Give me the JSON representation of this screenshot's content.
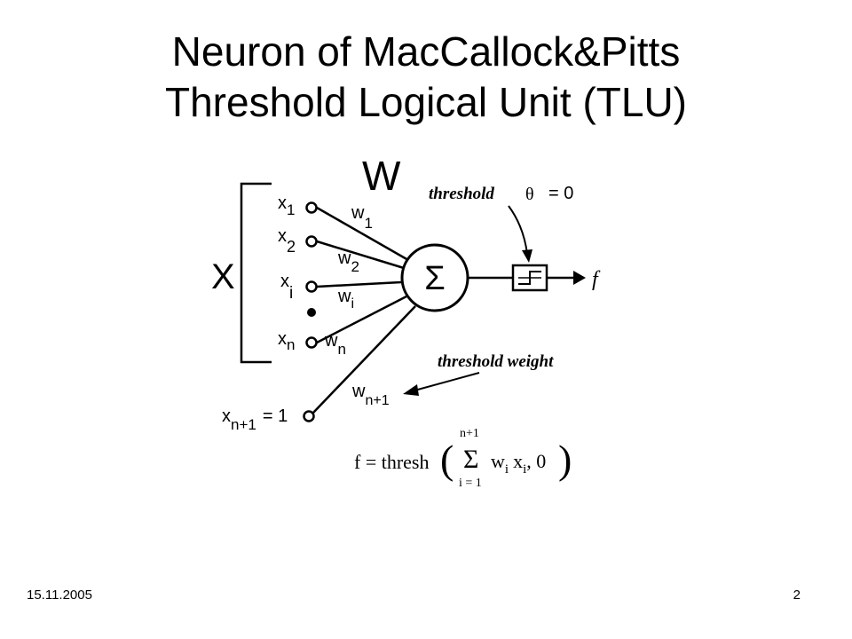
{
  "slide": {
    "title_line1": "Neuron of MacCallock&Pitts",
    "title_line2": "Threshold Logical Unit (TLU)",
    "date": "15.11.2005",
    "page_number": "2"
  },
  "diagram": {
    "weights_label": "W",
    "inputs_label": "X",
    "summation_symbol": "Σ",
    "output_label": "f",
    "threshold_label": "threshold",
    "threshold_theta": "θ",
    "threshold_value": "= 0",
    "threshold_weight_label": "threshold weight",
    "inputs": [
      {
        "var": "x",
        "sub": "1"
      },
      {
        "var": "x",
        "sub": "2"
      },
      {
        "var": "x",
        "sub": "i"
      },
      {
        "var": "",
        "sub": ""
      },
      {
        "var": "x",
        "sub": "n"
      }
    ],
    "bias_input": {
      "var": "x",
      "sub": "n+1",
      "value": "= 1"
    },
    "weights": [
      {
        "var": "w",
        "sub": "1"
      },
      {
        "var": "w",
        "sub": "2"
      },
      {
        "var": "w",
        "sub": "i"
      },
      {
        "var": "w",
        "sub": "n"
      },
      {
        "var": "w",
        "sub": "n+1"
      }
    ],
    "formula": {
      "lhs": "f = thresh",
      "sum_symbol": "Σ",
      "upper": "n+1",
      "lower": "i = 1",
      "w": "w",
      "w_sub": "i",
      "x": "x",
      "x_sub": "i",
      "tail": ",  0"
    }
  }
}
